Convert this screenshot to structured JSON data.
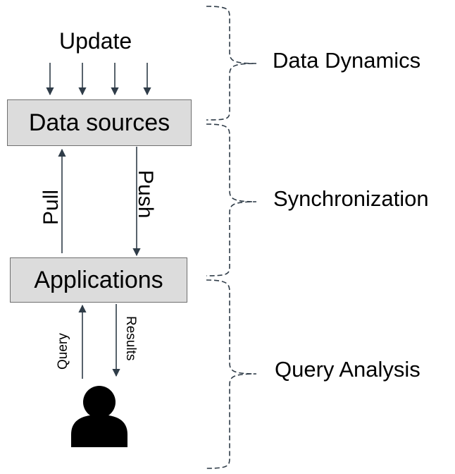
{
  "diagram": {
    "top_label": "Update",
    "boxes": {
      "data_sources": "Data sources",
      "applications": "Applications"
    },
    "arrow_labels": {
      "pull": "Pull",
      "push": "Push",
      "query": "Query",
      "results": "Results"
    },
    "stages": [
      {
        "label": "Data Dynamics"
      },
      {
        "label": "Synchronization"
      },
      {
        "label": "Query Analysis"
      }
    ],
    "actor_icon": "user-icon",
    "colors": {
      "box_fill": "#dcdcdc",
      "box_border": "#6f6f6f",
      "arrow": "#2f3c48",
      "brace": "#2f3c48",
      "user": "#000000"
    }
  }
}
